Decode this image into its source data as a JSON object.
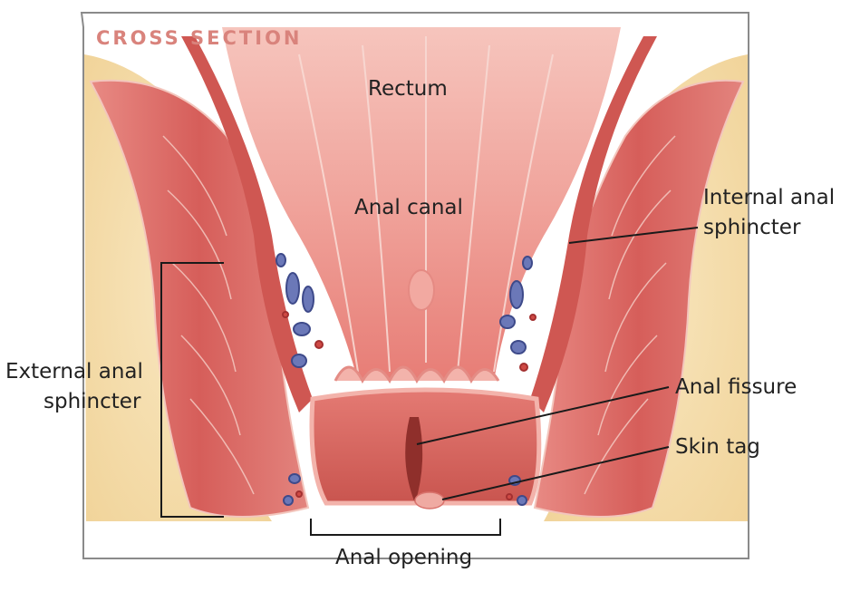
{
  "heading": "CROSS SECTION",
  "colors": {
    "heading": "#d9837c",
    "frame": "#8a8a8a",
    "fat": "#f4dcaa",
    "muscle": "#d9635f",
    "mucosa": "#ef8d86",
    "leader": "#1a1a1a",
    "vessel_vein": "#6b78b8",
    "vessel_artery": "#cf4a45"
  },
  "labels": {
    "rectum": "Rectum",
    "anal_canal": "Anal canal",
    "internal_sphincter_line1": "Internal anal",
    "internal_sphincter_line2": "sphincter",
    "external_sphincter_line1": "External anal",
    "external_sphincter_line2": "sphincter",
    "anal_fissure": "Anal fissure",
    "skin_tag": "Skin tag",
    "anal_opening": "Anal opening"
  }
}
